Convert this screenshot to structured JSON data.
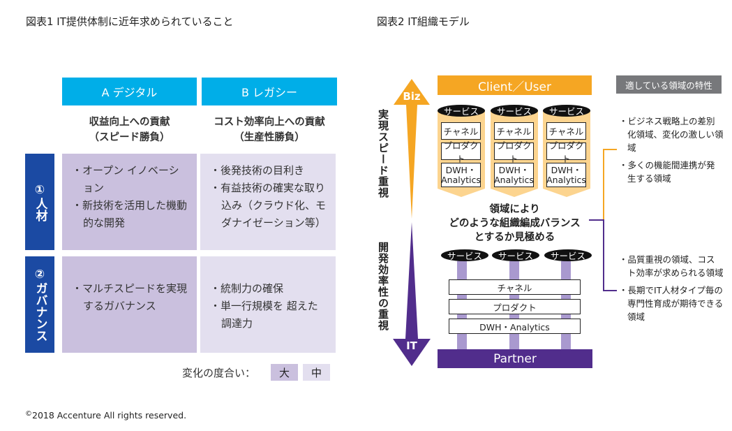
{
  "figure1": {
    "title": "図表1 IT提供体制に近年求められていること",
    "columns": [
      {
        "label": "A デジタル",
        "subtitle_line1": "収益向上への貢献",
        "subtitle_line2": "（スピード勝負）"
      },
      {
        "label": "B レガシー",
        "subtitle_line1": "コスト効率向上への貢献",
        "subtitle_line2": "（生産性勝負）"
      }
    ],
    "rows": [
      {
        "label_number": "①",
        "label_text": "人材",
        "cells": [
          {
            "level": "大",
            "items": [
              "オープン イノベーション",
              "新技術を活用した機動的な開発"
            ]
          },
          {
            "level": "中",
            "items": [
              "後発技術の目利き",
              "有益技術の確実な取り込み（クラウド化、モダナイゼーション等）"
            ]
          }
        ]
      },
      {
        "label_number": "②",
        "label_text": "ガバナンス",
        "cells": [
          {
            "level": "大",
            "items": [
              "マルチスピードを実現するガバナンス"
            ]
          },
          {
            "level": "中",
            "items": [
              "統制力の確保",
              "単一行規模を 超えた調達力"
            ]
          }
        ]
      }
    ],
    "legend": {
      "label": "変化の度合い：",
      "large": "大",
      "medium": "中"
    },
    "colors": {
      "header": "#00aee8",
      "row_label": "#1b4aa3",
      "large": "#cac0de",
      "medium": "#e3dfef"
    }
  },
  "copyright": {
    "symbol": "©",
    "text": "2018 Accenture All rights reserved."
  },
  "figure2": {
    "title": "図表2 IT組織モデル",
    "axis": {
      "top_label": "Biz",
      "bottom_label": "IT",
      "top_caption": "実現スピード重視",
      "bottom_caption": "開発効率性の重視"
    },
    "top_bar": "Client／User",
    "bottom_bar": "Partner",
    "upper_pillars": [
      {
        "service": "サービス",
        "layers": [
          "チャネル",
          "プロダクト",
          "DWH・Analytics"
        ]
      },
      {
        "service": "サービス",
        "layers": [
          "チャネル",
          "プロダクト",
          "DWH・Analytics"
        ]
      },
      {
        "service": "サービス",
        "layers": [
          "チャネル",
          "プロダクト",
          "DWH・Analytics"
        ]
      }
    ],
    "center_text": [
      "領域により",
      "どのような組織編成バランス",
      "とするか見極める"
    ],
    "lower_services": [
      "サービス",
      "サービス",
      "サービス"
    ],
    "lower_layers": [
      "チャネル",
      "プロダクト",
      "DWH・Analytics"
    ],
    "side_panel": {
      "header": "適している領域の特性",
      "upper_items": [
        "ビジネス戦略上の差別化領域、変化の激しい領域",
        "多くの機能間連携が発生する領域"
      ],
      "lower_items": [
        "品質重視の領域、コスト効率が求められる領域",
        "長期でIT人材タイプ毎の専門性育成が期待できる領域"
      ]
    },
    "colors": {
      "biz": "#f5a623",
      "biz_light": "#fcd48f",
      "it": "#512d8c",
      "it_light": "#a999cf",
      "side_header": "#77787b"
    }
  }
}
